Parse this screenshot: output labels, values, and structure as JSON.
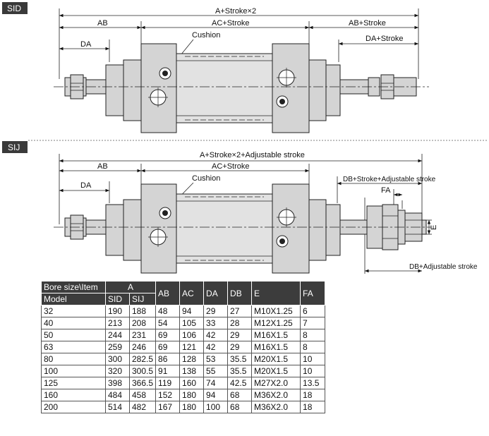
{
  "sections": {
    "sid": {
      "tag": "SID",
      "dims": {
        "overall": "A+Stroke×2",
        "ab_left": "AB",
        "ac": "AC+Stroke",
        "ab_right": "AB+Stroke",
        "da_left": "DA",
        "da_right": "DA+Stroke",
        "cushion": "Cushion"
      }
    },
    "sij": {
      "tag": "SIJ",
      "dims": {
        "overall": "A+Stroke×2+Adjustable stroke",
        "ab_left": "AB",
        "ac": "AC+Stroke",
        "da_left": "DA",
        "db_top": "DB+Stroke+Adjustable stroke",
        "fa": "FA",
        "e": "E",
        "db_bottom": "DB+Adjustable stroke",
        "cushion": "Cushion"
      }
    }
  },
  "table": {
    "header_row1": {
      "bore": "Bore size\\Item",
      "a": "A",
      "ab": "AB",
      "ac": "AC",
      "da": "DA",
      "db": "DB",
      "e": "E",
      "fa": "FA"
    },
    "header_row2": {
      "model": "Model",
      "sid": "SID",
      "sij": "SIJ"
    },
    "rows": [
      [
        "32",
        "190",
        "188",
        "48",
        "94",
        "29",
        "27",
        "M10X1.25",
        "6"
      ],
      [
        "40",
        "213",
        "208",
        "54",
        "105",
        "33",
        "28",
        "M12X1.25",
        "7"
      ],
      [
        "50",
        "244",
        "231",
        "69",
        "106",
        "42",
        "29",
        "M16X1.5",
        "8"
      ],
      [
        "63",
        "259",
        "246",
        "69",
        "121",
        "42",
        "29",
        "M16X1.5",
        "8"
      ],
      [
        "80",
        "300",
        "282.5",
        "86",
        "128",
        "53",
        "35.5",
        "M20X1.5",
        "10"
      ],
      [
        "100",
        "320",
        "300.5",
        "91",
        "138",
        "55",
        "35.5",
        "M20X1.5",
        "10"
      ],
      [
        "125",
        "398",
        "366.5",
        "119",
        "160",
        "74",
        "42.5",
        "M27X2.0",
        "13.5"
      ],
      [
        "160",
        "484",
        "458",
        "152",
        "180",
        "94",
        "68",
        "M36X2.0",
        "18"
      ],
      [
        "200",
        "514",
        "482",
        "167",
        "180",
        "100",
        "68",
        "M36X2.0",
        "18"
      ]
    ]
  }
}
